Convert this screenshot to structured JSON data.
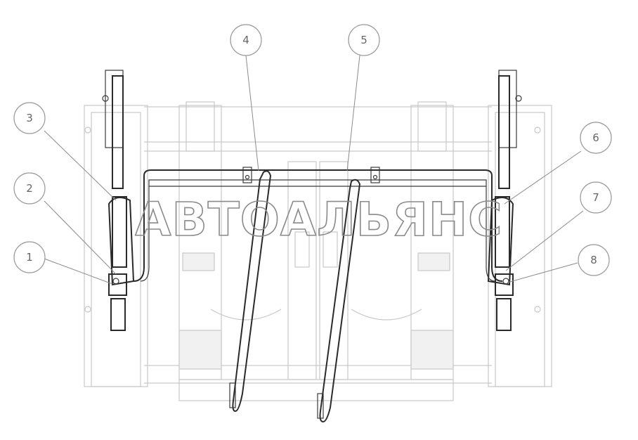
{
  "callouts": [
    {
      "number": "1"
    },
    {
      "number": "2"
    },
    {
      "number": "3"
    },
    {
      "number": "4"
    },
    {
      "number": "5"
    },
    {
      "number": "6"
    },
    {
      "number": "7"
    },
    {
      "number": "8"
    }
  ],
  "watermark": "АВТОАЛЬЯНС"
}
